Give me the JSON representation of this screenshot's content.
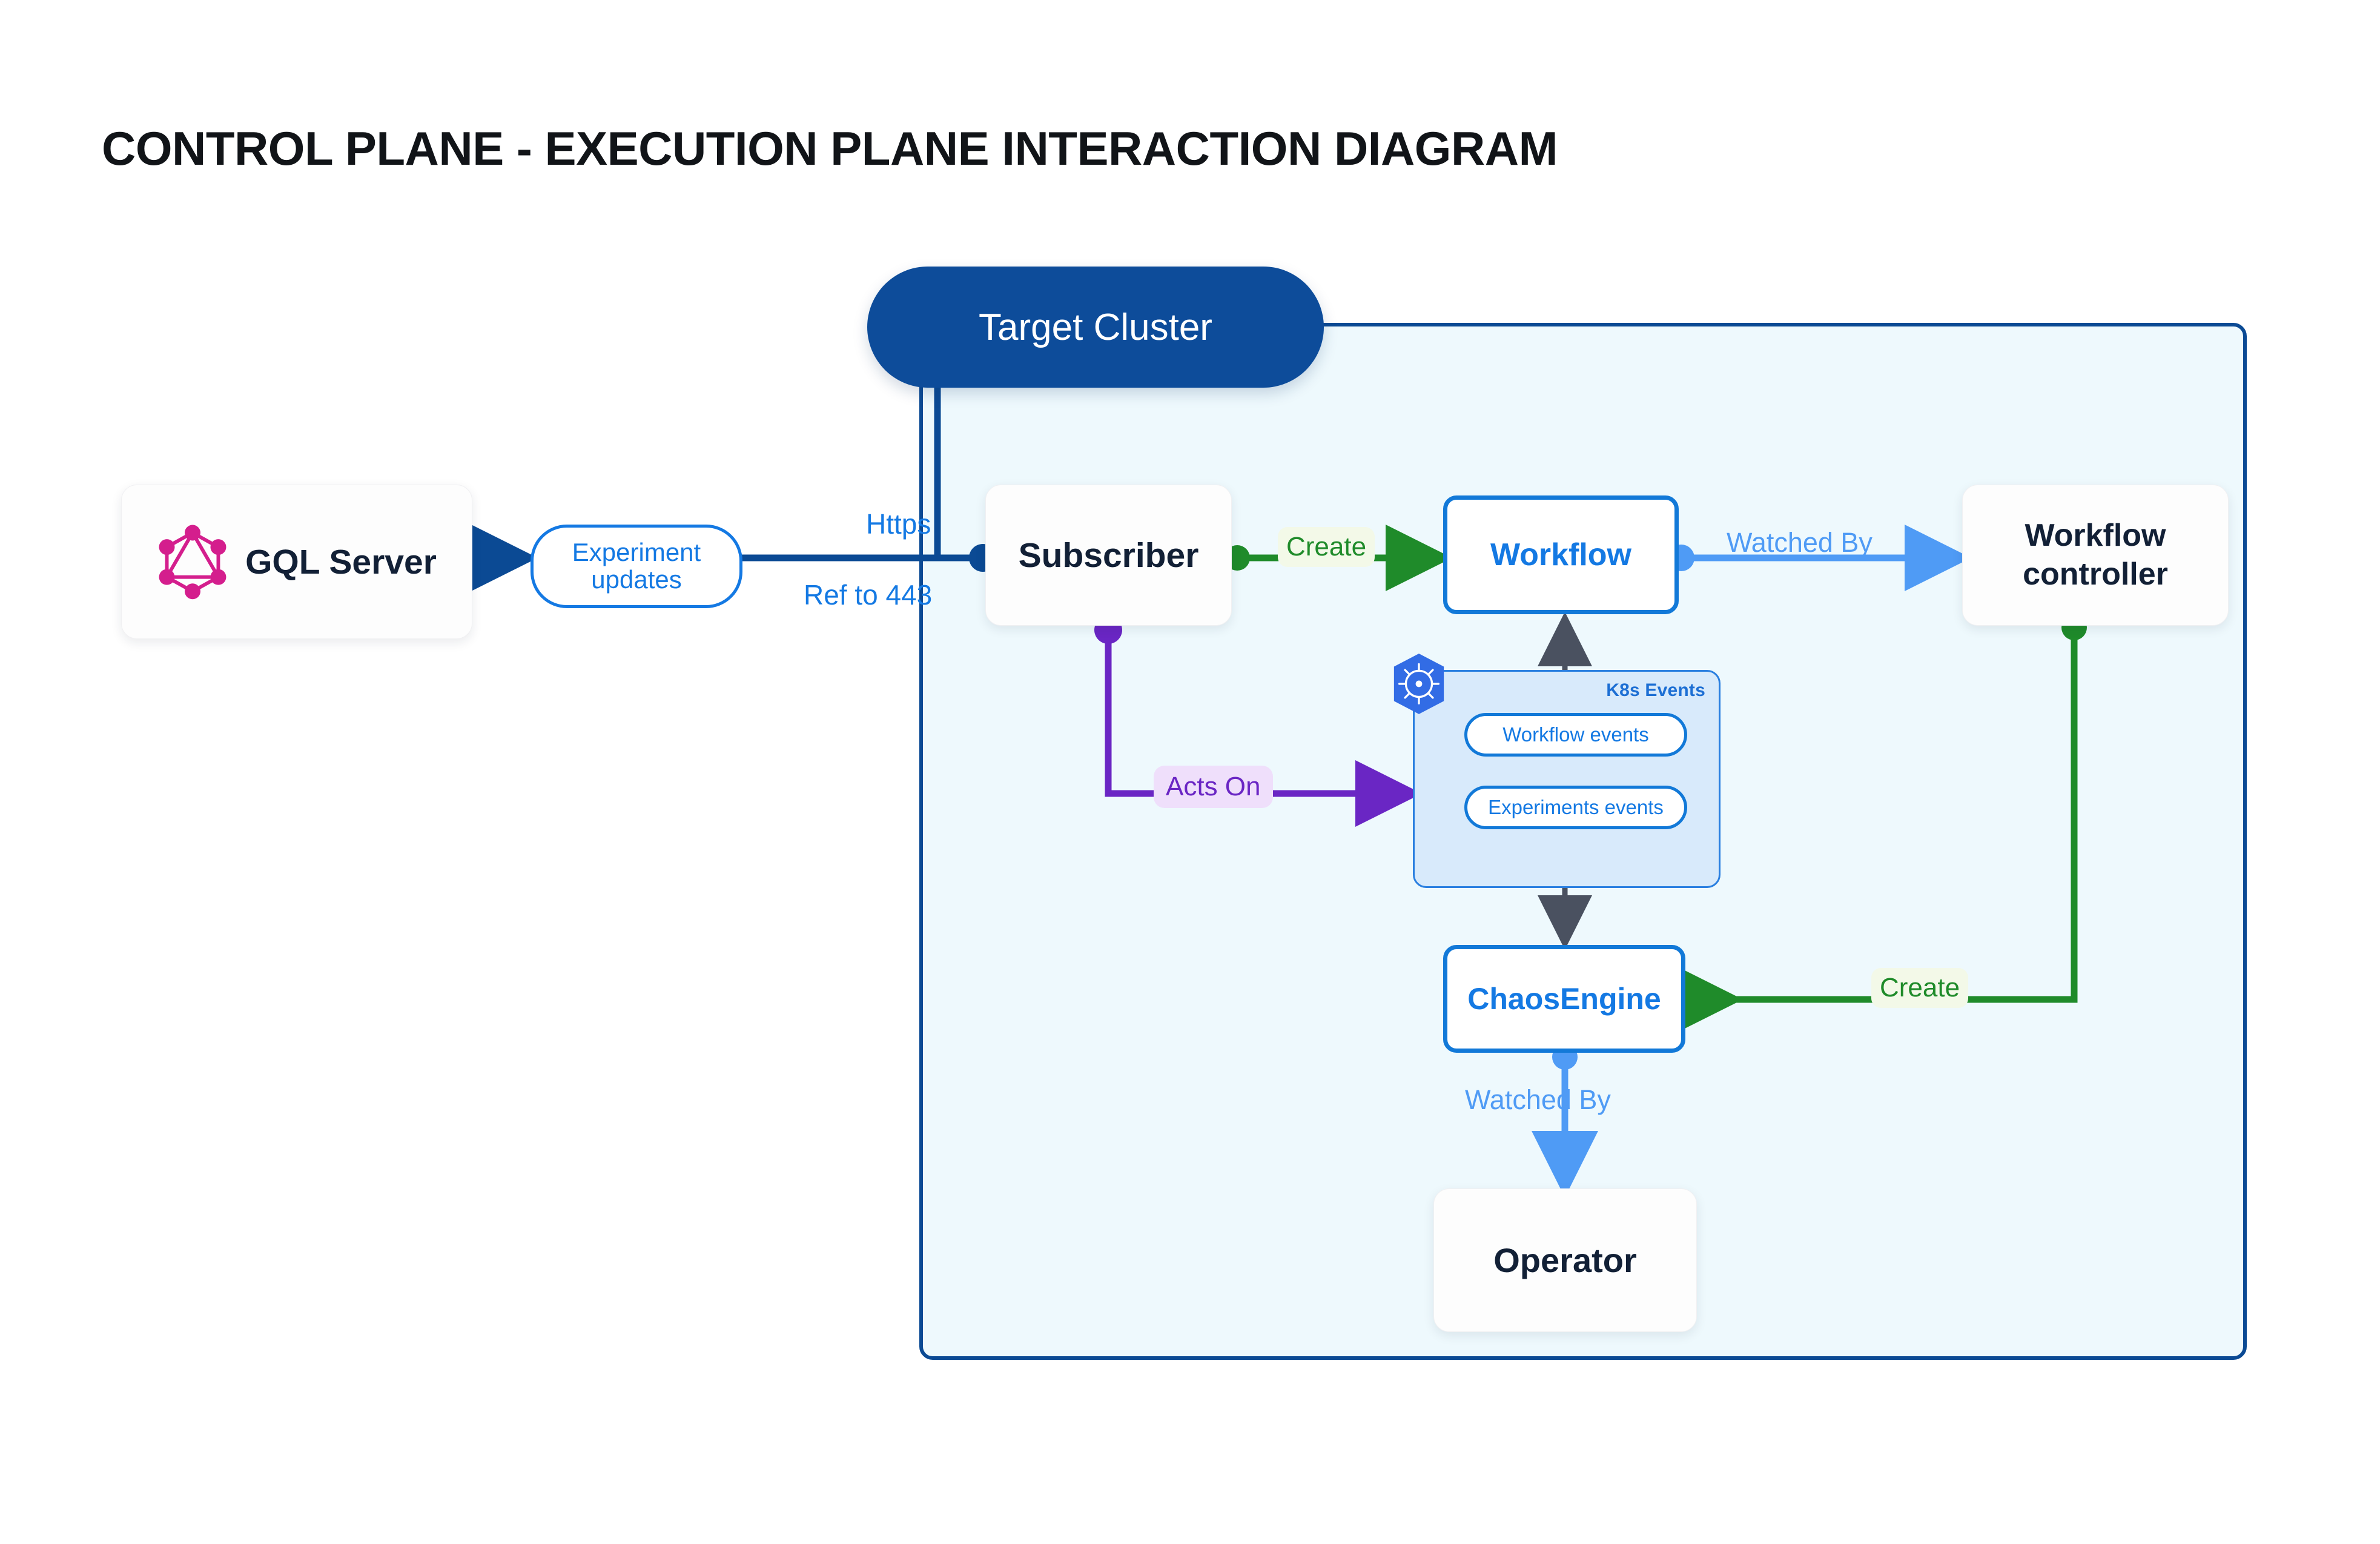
{
  "title": "CONTROL PLANE - EXECUTION PLANE INTERACTION DIAGRAM",
  "cluster": {
    "name": "Target Cluster"
  },
  "nodes": {
    "gql_server": {
      "label": "GQL Server",
      "icon": "graphql-icon"
    },
    "subscriber": {
      "label": "Subscriber"
    },
    "workflow": {
      "label": "Workflow"
    },
    "workflow_controller": {
      "label": "Workflow\ncontroller",
      "line1": "Workflow",
      "line2": "controller"
    },
    "chaosengine": {
      "label": "ChaosEngine"
    },
    "operator": {
      "label": "Operator"
    }
  },
  "k8s_events": {
    "title": "K8s Events",
    "icon": "kubernetes-icon",
    "items": [
      {
        "label": "Workflow events"
      },
      {
        "label": "Experiments events"
      }
    ]
  },
  "edges": [
    {
      "id": "experiment-updates",
      "label": "Experiment updates",
      "line1": "Experiment",
      "line2": "updates",
      "color": "#1479e3",
      "style": "outlined-pill"
    },
    {
      "id": "https",
      "label": "Https",
      "color": "#1479e3"
    },
    {
      "id": "ref-to-443",
      "label": "Ref to 443",
      "color": "#1479e3"
    },
    {
      "id": "create-workflow",
      "label": "Create",
      "color": "#1f8b2a"
    },
    {
      "id": "watched-by-workflow",
      "label": "Watched By",
      "color": "#4f9bf5"
    },
    {
      "id": "acts-on",
      "label": "Acts On",
      "color": "#6a26c4"
    },
    {
      "id": "create-chaosengine",
      "label": "Create",
      "color": "#1f8b2a"
    },
    {
      "id": "watched-by-operator",
      "label": "Watched By",
      "color": "#4f9bf5"
    }
  ],
  "colors": {
    "cluster_fill": "#eef9fd",
    "cluster_border": "#0b4a94",
    "cluster_pill": "#0d4c9a",
    "node_text": "#122036",
    "blue_accent": "#1479e3",
    "light_blue": "#4f9bf5",
    "green": "#1f8b2a",
    "purple": "#6a26c4",
    "graphql_pink": "#d41e8d",
    "k8s_blue": "#326ce5",
    "gray_arrow": "#4a5160"
  }
}
